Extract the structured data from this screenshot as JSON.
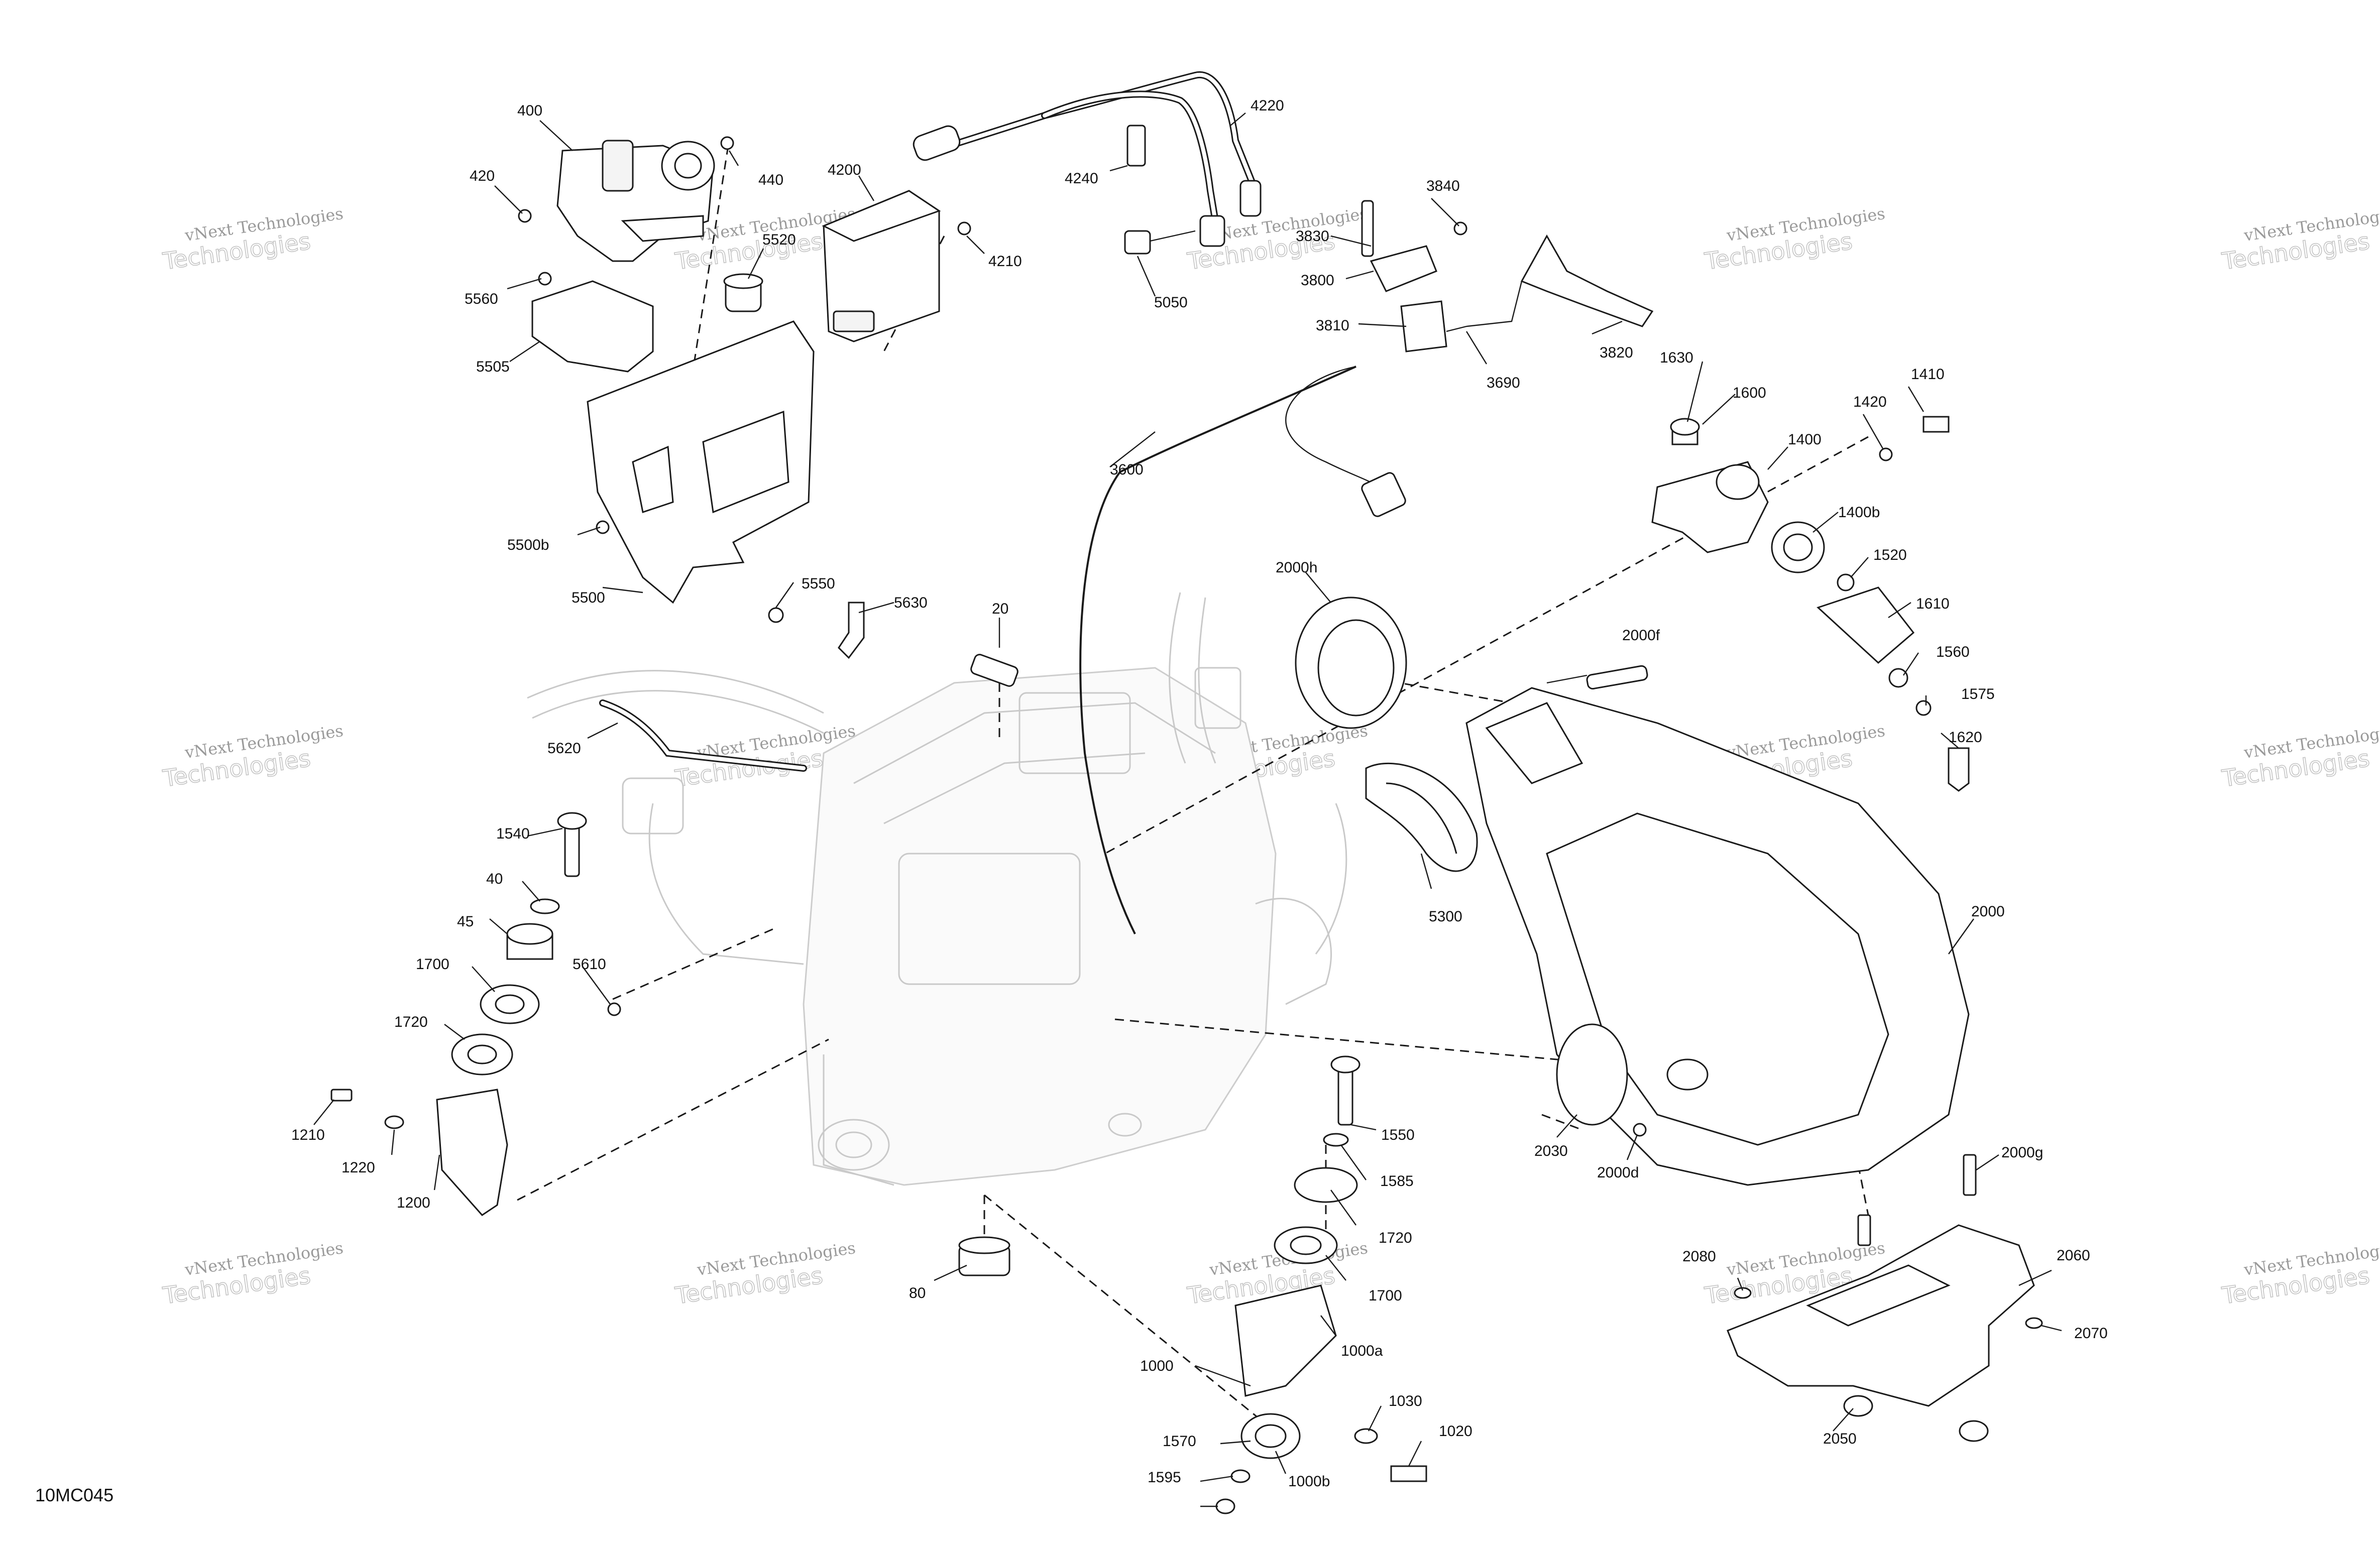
{
  "drawing_code": "10MC045",
  "watermark": {
    "line1": "vNext Technologies",
    "line2": "Technologies"
  },
  "callouts": {
    "c400": "400",
    "c420": "420",
    "c440": "440",
    "c4200": "4200",
    "c5520": "5520",
    "c4210": "4210",
    "c4220": "4220",
    "c4240": "4240",
    "c5050": "5050",
    "c3830": "3830",
    "c3840": "3840",
    "c3800": "3800",
    "c3810": "3810",
    "c3690": "3690",
    "c3820": "3820",
    "c5560": "5560",
    "c5505": "5505",
    "c5500b": "5500b",
    "c5500": "5500",
    "c5550": "5550",
    "c5630": "5630",
    "c3600": "3600",
    "c20": "20",
    "c2000h": "2000h",
    "c1630": "1630",
    "c1600": "1600",
    "c1410": "1410",
    "c1420": "1420",
    "c1400": "1400",
    "c1400b": "1400b",
    "c1520": "1520",
    "c1610": "1610",
    "c1560": "1560",
    "c1575": "1575",
    "c1620": "1620",
    "c2000f": "2000f",
    "c5620": "5620",
    "c1540": "1540",
    "c40": "40",
    "c45": "45",
    "c5610": "5610",
    "c1700a": "1700",
    "c1720a": "1720",
    "c1210": "1210",
    "c1220": "1220",
    "c1200": "1200",
    "c5300": "5300",
    "c2000": "2000",
    "c2030": "2030",
    "c2000d": "2000d",
    "c2000g": "2000g",
    "c1550": "1550",
    "c1585": "1585",
    "c1720b": "1720",
    "c1700b": "1700",
    "c1000a": "1000a",
    "c1000": "1000",
    "c1030": "1030",
    "c1020": "1020",
    "c1570": "1570",
    "c1000b": "1000b",
    "c1595": "1595",
    "c80": "80",
    "c2080": "2080",
    "c2060": "2060",
    "c2070": "2070",
    "c2050": "2050"
  }
}
